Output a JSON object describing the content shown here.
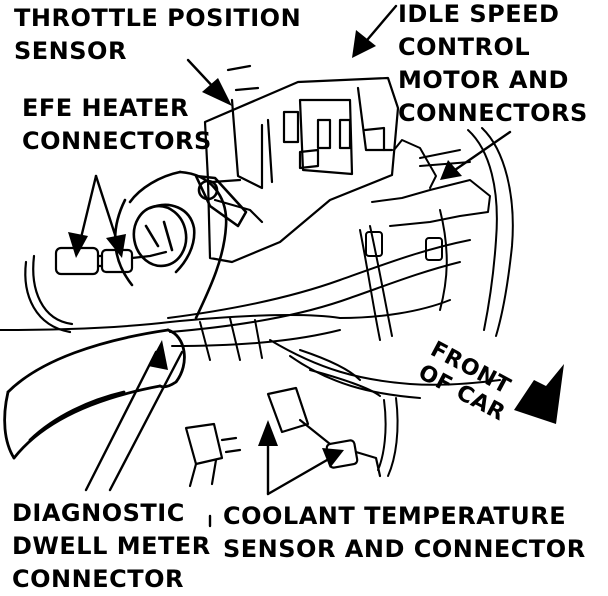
{
  "labels": {
    "throttle_position_sensor": [
      "THROTTLE POSITION",
      "SENSOR"
    ],
    "idle_speed_control_motor": [
      "IDLE SPEED",
      "CONTROL",
      "MOTOR AND",
      "CONNECTORS"
    ],
    "efe_heater_connectors": [
      "EFE HEATER",
      "CONNECTORS"
    ],
    "front_of_car": [
      "FRONT",
      "OF CAR"
    ],
    "diagnostic_dwell_meter_connector": [
      "DIAGNOSTIC",
      "DWELL METER",
      "CONNECTOR"
    ],
    "coolant_temperature_sensor": [
      "COOLANT TEMPERATURE",
      "SENSOR AND CONNECTOR"
    ]
  },
  "colors": {
    "ink": "#000000",
    "paper": "#ffffff"
  }
}
